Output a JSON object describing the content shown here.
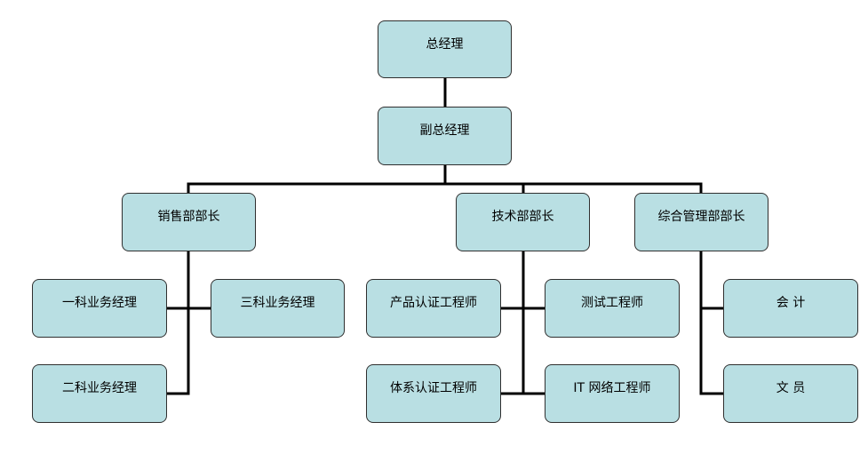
{
  "org_chart": {
    "ceo": "总经理",
    "deputy": "副总经理",
    "sales": {
      "head": "销售部部长",
      "team_1": "一科业务经理",
      "team_2": "二科业务经理",
      "team_3": "三科业务经理"
    },
    "tech": {
      "head": "技术部部长",
      "product_cert": "产品认证工程师",
      "system_cert": "体系认证工程师",
      "testing": "测试工程师",
      "it_network": "IT 网络工程师"
    },
    "admin": {
      "head": "综合管理部部长",
      "accountant": "会 计",
      "clerk": "文 员"
    }
  },
  "colors": {
    "box_fill": "#b9dfe3",
    "line": "#000000"
  }
}
